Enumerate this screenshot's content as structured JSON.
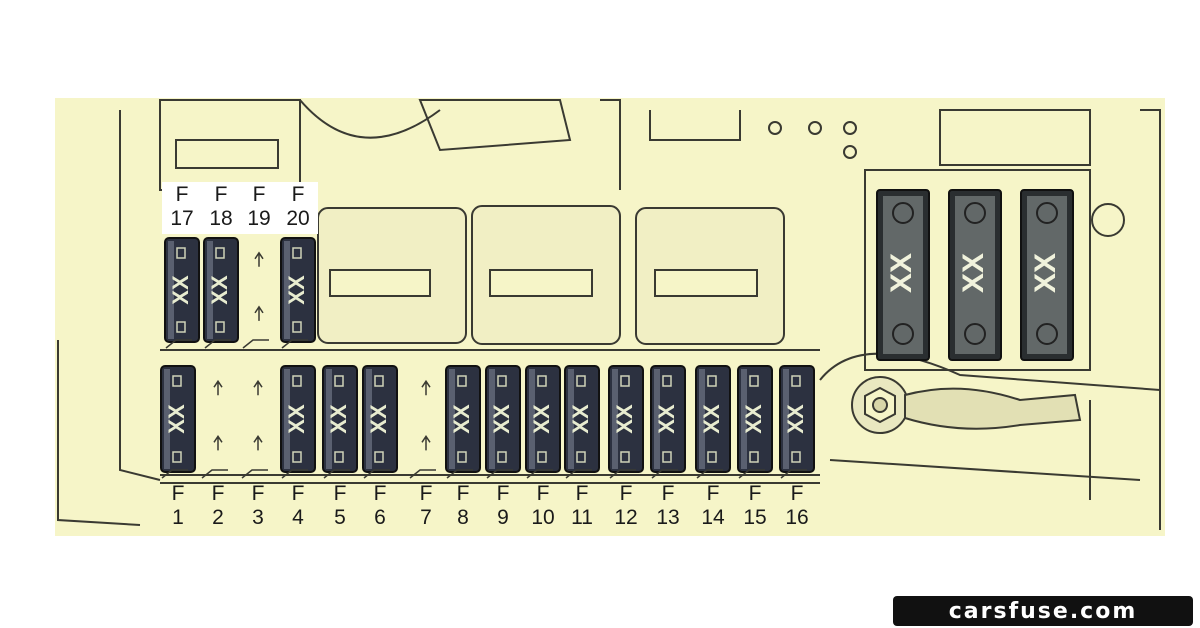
{
  "diagram": {
    "fuse_prefix": "F",
    "fuse_code": "XX",
    "top_row": [
      {
        "number": "17",
        "populated": true
      },
      {
        "number": "18",
        "populated": true
      },
      {
        "number": "19",
        "populated": false
      },
      {
        "number": "20",
        "populated": true
      }
    ],
    "bottom_row": [
      {
        "number": "1",
        "populated": true
      },
      {
        "number": "2",
        "populated": false
      },
      {
        "number": "3",
        "populated": false
      },
      {
        "number": "4",
        "populated": true
      },
      {
        "number": "5",
        "populated": true
      },
      {
        "number": "6",
        "populated": true
      },
      {
        "number": "7",
        "populated": false
      },
      {
        "number": "8",
        "populated": true
      },
      {
        "number": "9",
        "populated": true
      },
      {
        "number": "10",
        "populated": true
      },
      {
        "number": "11",
        "populated": true
      },
      {
        "number": "12",
        "populated": true
      },
      {
        "number": "13",
        "populated": true
      },
      {
        "number": "14",
        "populated": true
      },
      {
        "number": "15",
        "populated": true
      },
      {
        "number": "16",
        "populated": true
      }
    ],
    "maxi_fuses": [
      "XX",
      "XX",
      "XX"
    ],
    "relay_count": 3,
    "colors": {
      "background": "#f6f5c8",
      "line": "#3a3a32",
      "fuse_body": "#2c3140",
      "maxi_body": "#626868",
      "relay_fill": "#f1efc4"
    }
  },
  "watermark": {
    "text": "carsfuse.com"
  }
}
